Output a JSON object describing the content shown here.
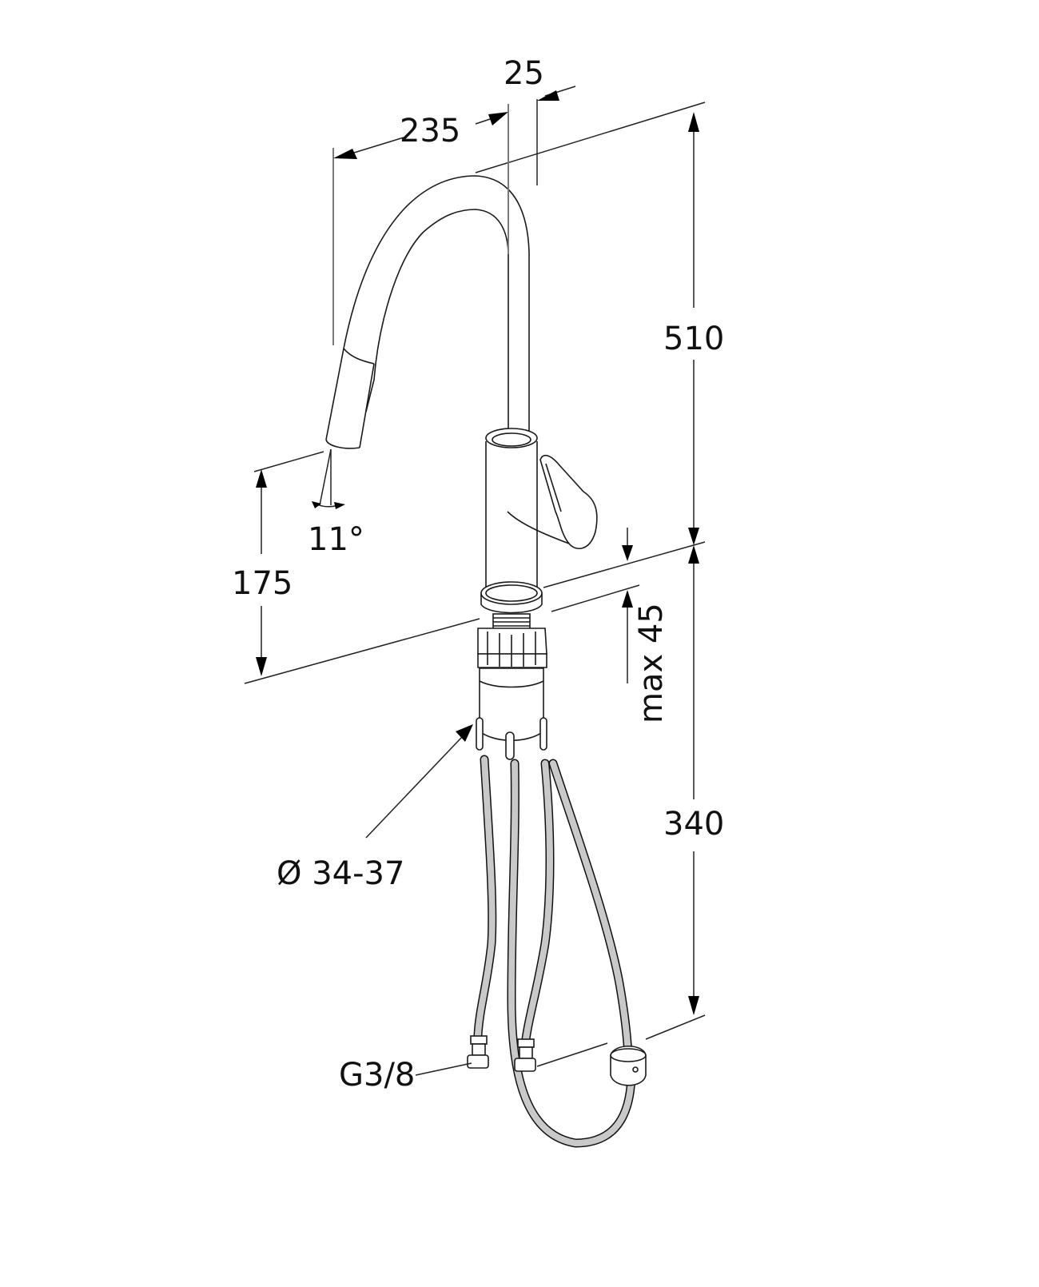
{
  "drawing": {
    "subject": "Kitchen faucet with pull-out spout - dimension drawing",
    "line_color": "#1a1a1a",
    "hose_fill_color": "#c9c9c9",
    "background": "#ffffff"
  },
  "dimensions": {
    "spout_width": "25",
    "spout_reach": "235",
    "total_height": "510",
    "spout_clearance": "175",
    "spray_angle": "11°",
    "max_counter_thickness": "max 45",
    "below_counter_length": "340",
    "mounting_hole": "Ø 34-37",
    "connection_thread": "G3/8"
  }
}
